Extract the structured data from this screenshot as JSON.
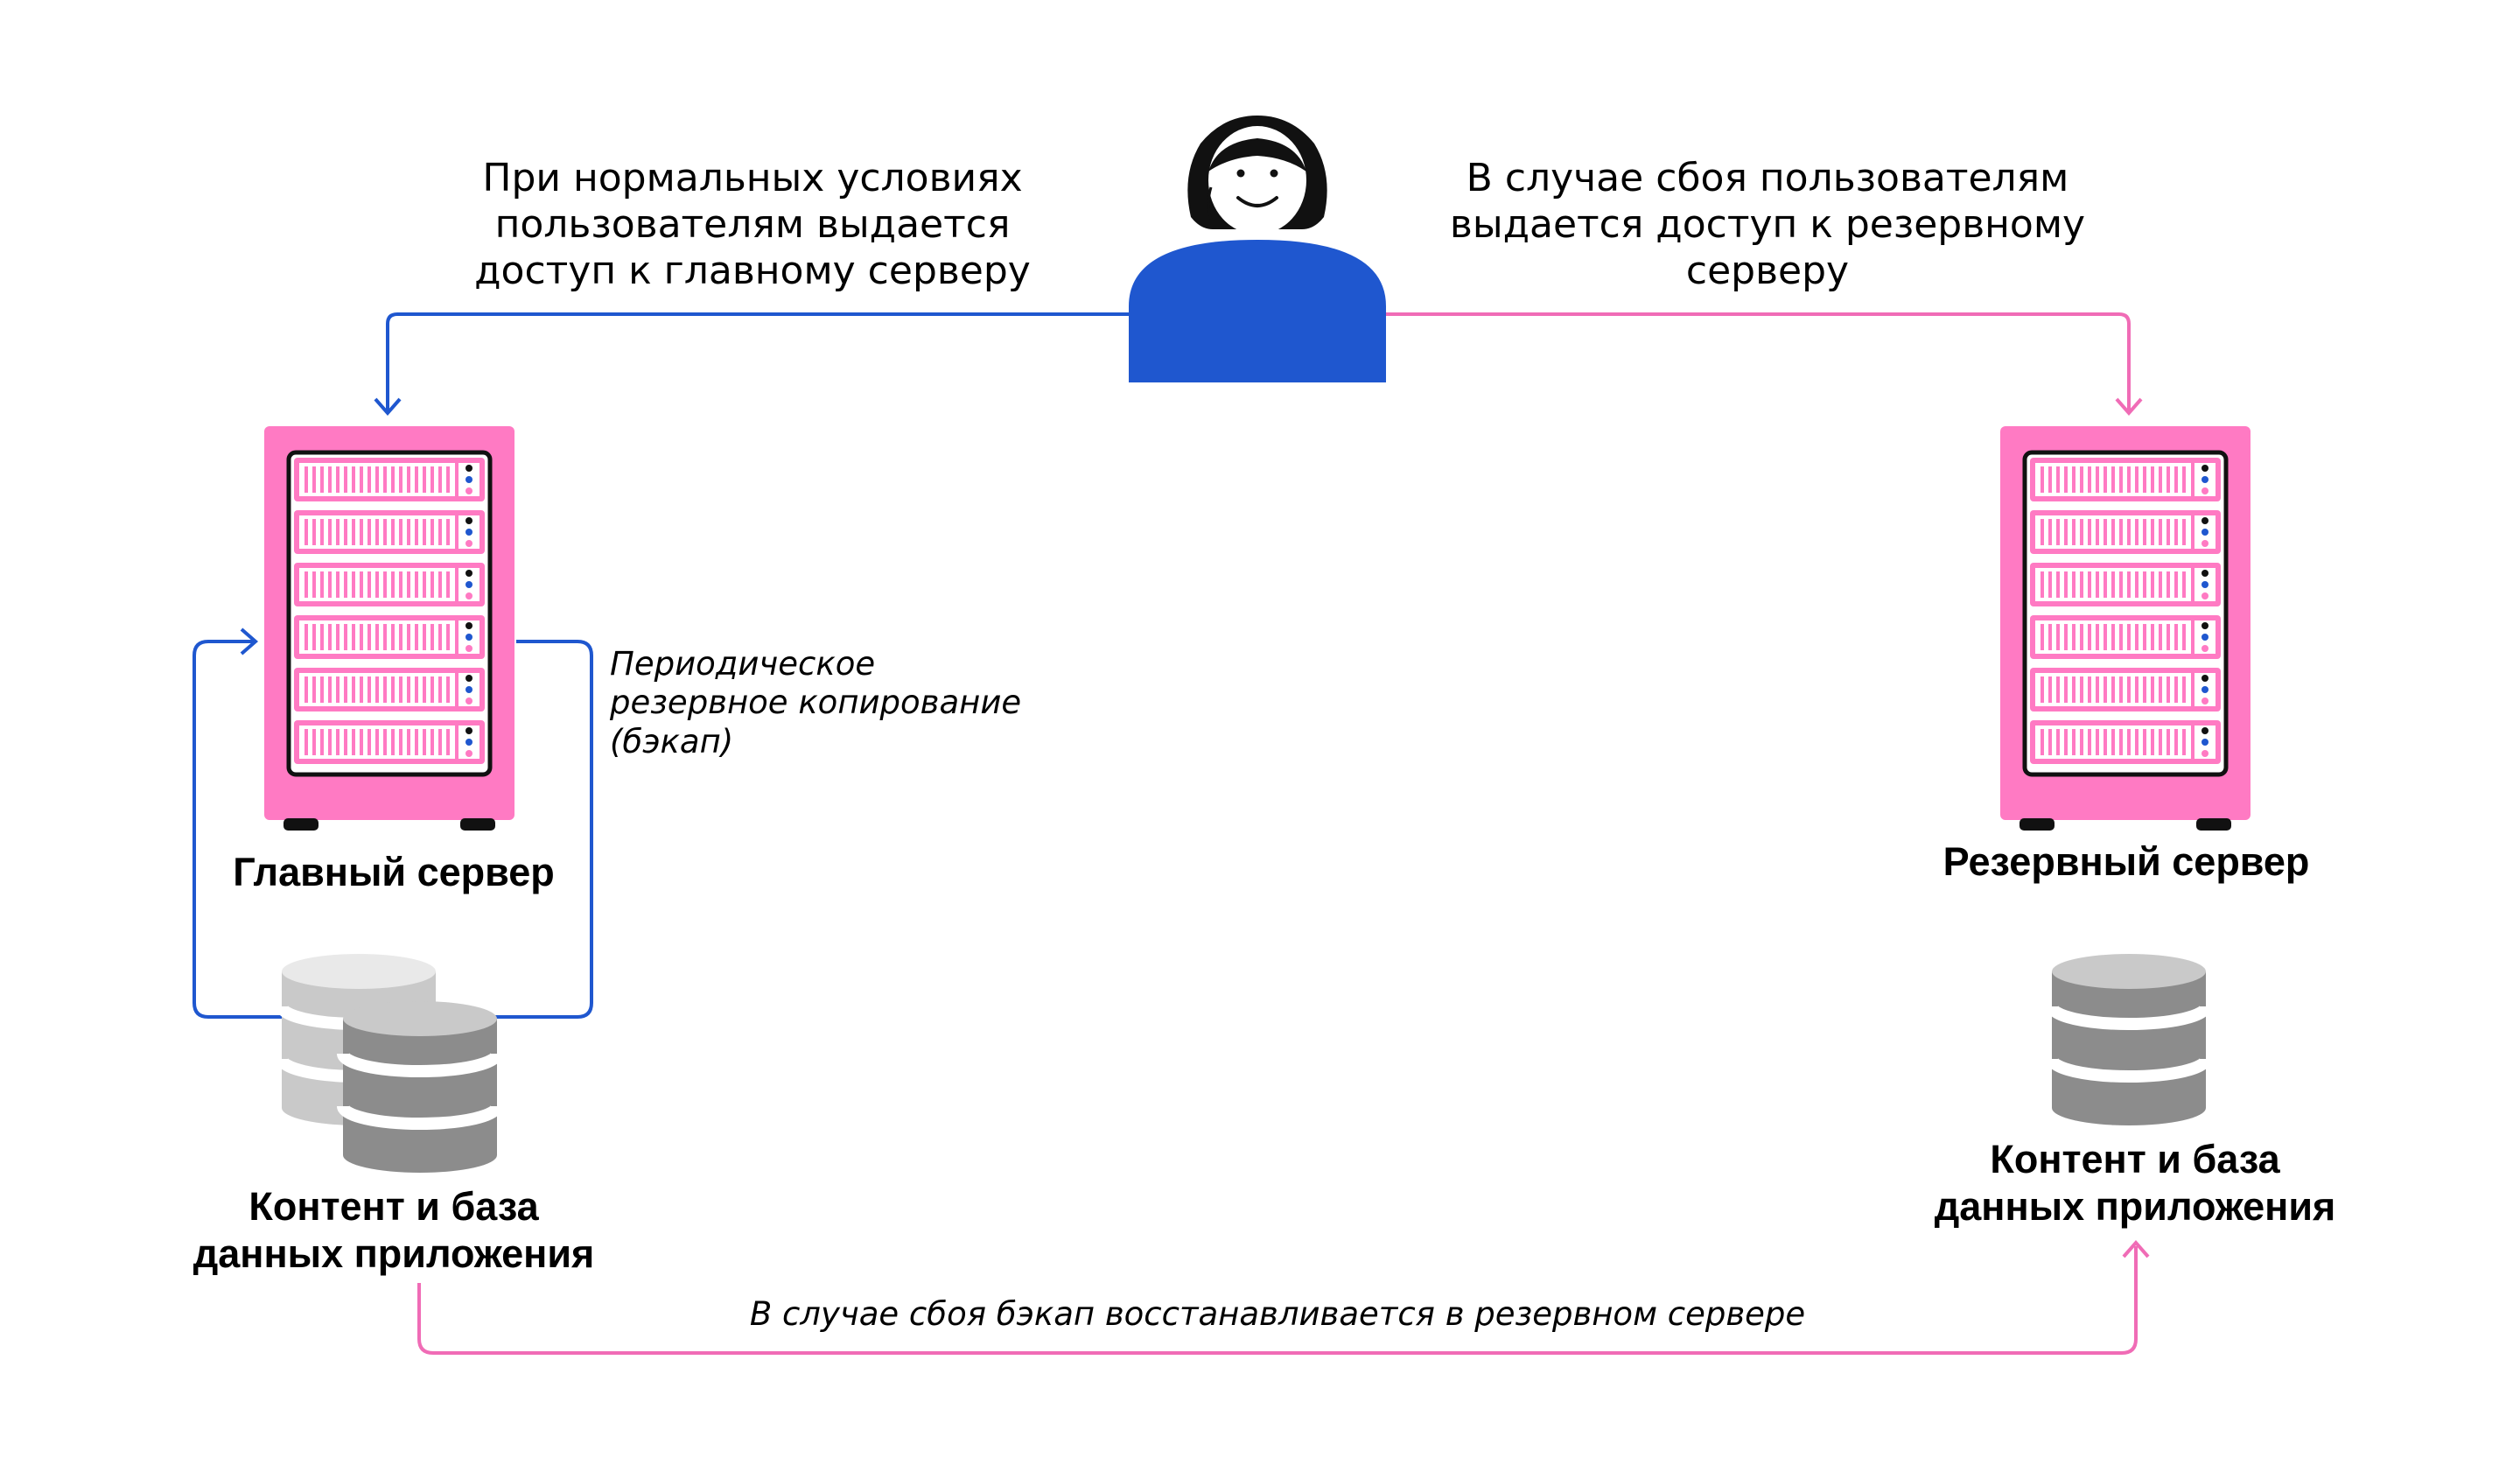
{
  "labels": {
    "normal_access": "При нормальных условиях\nпользователям выдается\nдоступ к главному серверу",
    "failover_access": "В случае сбоя пользователям\nвыдается доступ к резервному\nсерверу",
    "periodic_backup": "Периодическое\nрезервное копирование\n(бэкап)",
    "main_server": "Главный сервер",
    "reserve_server": "Резервный сервер",
    "main_db": "Контент и база\nданных приложения",
    "reserve_db": "Контент и база\nданных приложения",
    "restore": "В случае сбоя бэкап восстанавливается в резервном сервере"
  },
  "colors": {
    "blue": "#1f57cf",
    "pink": "#ff7ac3",
    "pink_line": "#f06cb6",
    "db_dark": "#8c8c8c",
    "db_light": "#cfcfcf"
  }
}
